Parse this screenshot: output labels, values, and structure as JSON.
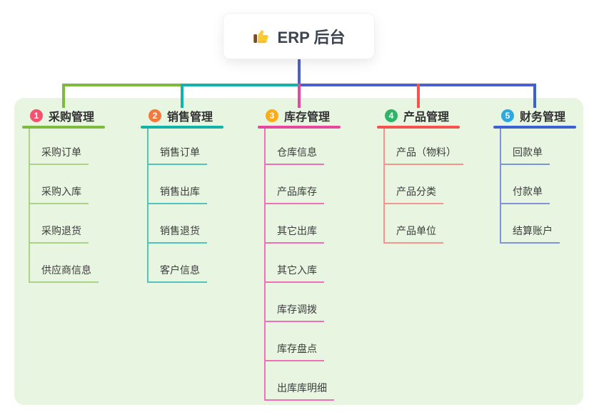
{
  "root": {
    "icon": "thumbs-up-icon",
    "label": "ERP 后台"
  },
  "colors": {
    "canvas_bg": "#FFFFFF",
    "panel_bg": "#E8F5E1",
    "trunk": "#4B5FD2",
    "root_text": "#3B4551"
  },
  "branches": [
    {
      "index": "1",
      "label": "采购管理",
      "badge_color": "#F2536F",
      "line_color": "#7DBA40",
      "child_line_color": "#A9D488",
      "children": [
        "采购订单",
        "采购入库",
        "采购退货",
        "供应商信息"
      ]
    },
    {
      "index": "2",
      "label": "销售管理",
      "badge_color": "#F5793A",
      "line_color": "#14B3A9",
      "child_line_color": "#4FC4BB",
      "children": [
        "销售订单",
        "销售出库",
        "销售退货",
        "客户信息"
      ]
    },
    {
      "index": "3",
      "label": "库存管理",
      "badge_color": "#FBAC16",
      "line_color": "#E8479F",
      "child_line_color": "#EF70B6",
      "children": [
        "仓库信息",
        "产品库存",
        "其它出库",
        "其它入库",
        "库存调拨",
        "库存盘点",
        "出库库明细"
      ]
    },
    {
      "index": "4",
      "label": "产品管理",
      "badge_color": "#2FB468",
      "line_color": "#F4534E",
      "child_line_color": "#F6958D",
      "children": [
        "产品（物料）",
        "产品分类",
        "产品单位"
      ]
    },
    {
      "index": "5",
      "label": "财务管理",
      "badge_color": "#2BA9E0",
      "line_color": "#3A63D1",
      "child_line_color": "#8094D8",
      "children": [
        "回款单",
        "付款单",
        "结算账户"
      ]
    }
  ]
}
